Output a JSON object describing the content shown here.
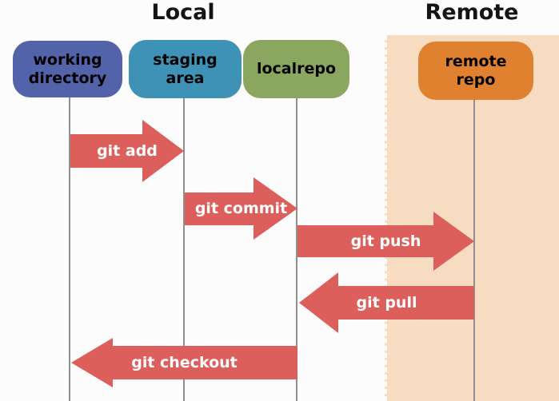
{
  "headings": {
    "local": "Local",
    "remote": "Remote"
  },
  "nodes": [
    {
      "id": "working-directory",
      "label": "working\ndirectory",
      "color": "#5263a9"
    },
    {
      "id": "staging-area",
      "label": "staging\narea",
      "color": "#3e92b5"
    },
    {
      "id": "localrepo",
      "label": "localrepo",
      "color": "#8ba65e"
    },
    {
      "id": "remote-repo",
      "label": "remote\nrepo",
      "color": "#e0812f"
    }
  ],
  "arrows": [
    {
      "label": "git add",
      "direction": "right",
      "from": "working-directory",
      "to": "staging-area"
    },
    {
      "label": "git commit",
      "direction": "right",
      "from": "staging-area",
      "to": "localrepo"
    },
    {
      "label": "git push",
      "direction": "right",
      "from": "localrepo",
      "to": "remote-repo"
    },
    {
      "label": "git pull",
      "direction": "left",
      "from": "remote-repo",
      "to": "localrepo"
    },
    {
      "label": "git checkout",
      "direction": "left",
      "from": "localrepo",
      "to": "working-directory"
    }
  ],
  "colors": {
    "arrow": "#dd5f5c",
    "arrow_text": "#ffffff",
    "remote_panel": "#f7dcc2",
    "lifeline": "#8f8f8f",
    "heading_text": "#141414",
    "node_text": "#ffffff"
  }
}
